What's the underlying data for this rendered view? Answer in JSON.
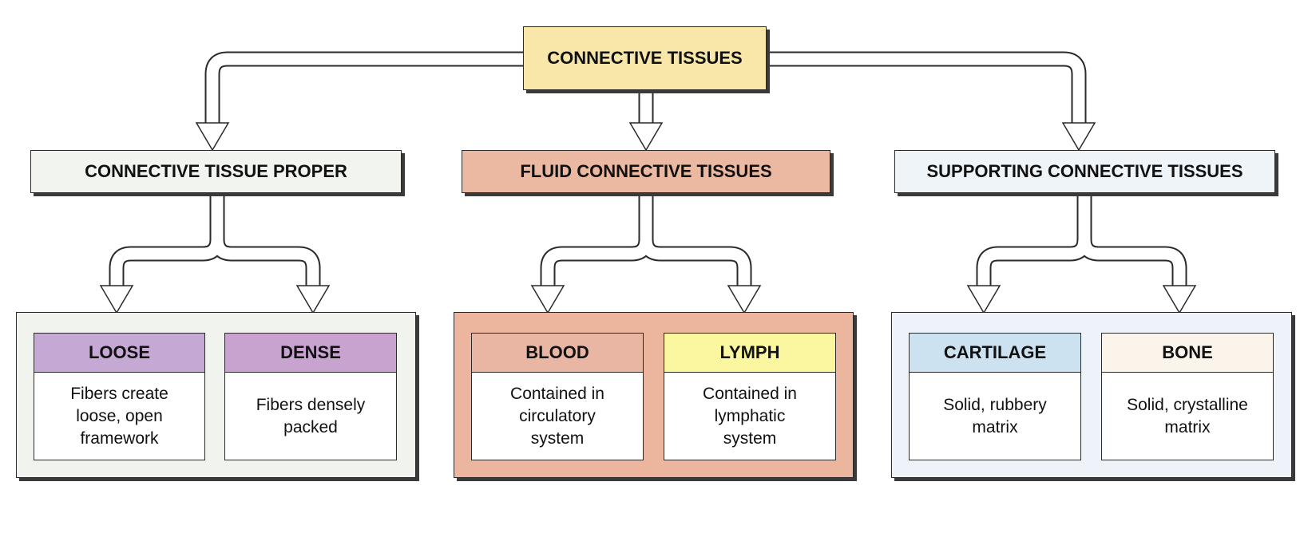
{
  "root": {
    "label": "CONNECTIVE TISSUES",
    "color": "#f8e7a8"
  },
  "categories": [
    {
      "label": "CONNECTIVE TISSUE PROPER",
      "color": "#f2f5ef",
      "group_color": "#f1f3ee",
      "types": [
        {
          "label": "LOOSE",
          "description": "Fibers create\nloose, open\nframework",
          "color": "#c5a8d4"
        },
        {
          "label": "DENSE",
          "description": "Fibers densely\npacked",
          "color": "#c9a3cf"
        }
      ]
    },
    {
      "label": "FLUID CONNECTIVE TISSUES",
      "color": "#ebb8a2",
      "group_color": "#ebb59e",
      "types": [
        {
          "label": "BLOOD",
          "description": "Contained in\ncirculatory\nsystem",
          "color": "#eab6a4"
        },
        {
          "label": "LYMPH",
          "description": "Contained in\nlymphatic\nsystem",
          "color": "#fbf6a0"
        }
      ]
    },
    {
      "label": "SUPPORTING CONNECTIVE TISSUES",
      "color": "#eef4f8",
      "group_color": "#edf3f8",
      "types": [
        {
          "label": "CARTILAGE",
          "description": "Solid, rubbery\nmatrix",
          "color": "#cce2f0"
        },
        {
          "label": "BONE",
          "description": "Solid, crystalline\nmatrix",
          "color": "#fbf4ea"
        }
      ]
    }
  ]
}
